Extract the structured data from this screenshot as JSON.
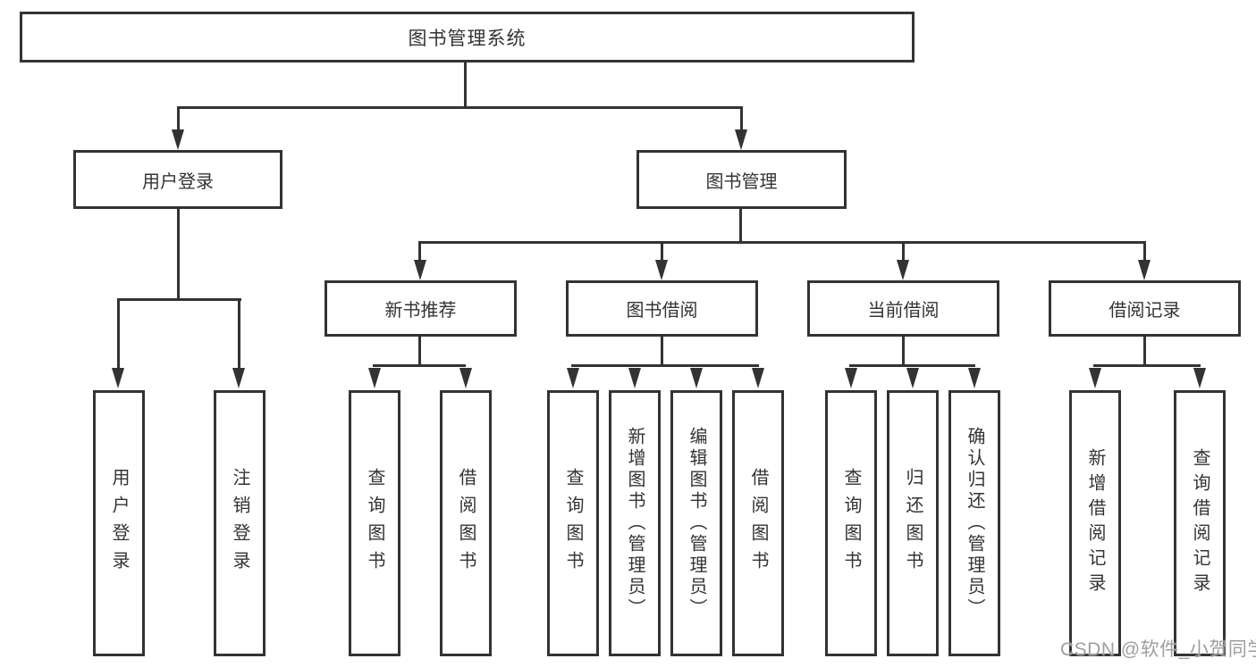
{
  "nodes": {
    "root": "图书管理系统",
    "user_login": "用户登录",
    "book_mgmt": "图书管理",
    "new_books": "新书推荐",
    "book_borrow": "图书借阅",
    "current_borrow": "当前借阅",
    "borrow_records": "借阅记录",
    "leaf_user_login": "用户登录",
    "leaf_logout": "注销登录",
    "leaf_nb_query": "查询图书",
    "leaf_nb_borrow": "借阅图书",
    "leaf_bb_query": "查询图书",
    "leaf_bb_add": "新增图书（管理员）",
    "leaf_bb_edit": "编辑图书（管理员）",
    "leaf_bb_borrow": "借阅图书",
    "leaf_cb_query": "查询图书",
    "leaf_cb_return": "归还图书",
    "leaf_cb_confirm": "确认归还（管理员）",
    "leaf_br_add": "新增借阅记录",
    "leaf_br_query": "查询借阅记录"
  },
  "watermark": "CSDN @软件_小贺同学",
  "colors": {
    "line": "#333333",
    "text": "#333333",
    "watermark": "#9e9e9e",
    "background": "#ffffff"
  }
}
